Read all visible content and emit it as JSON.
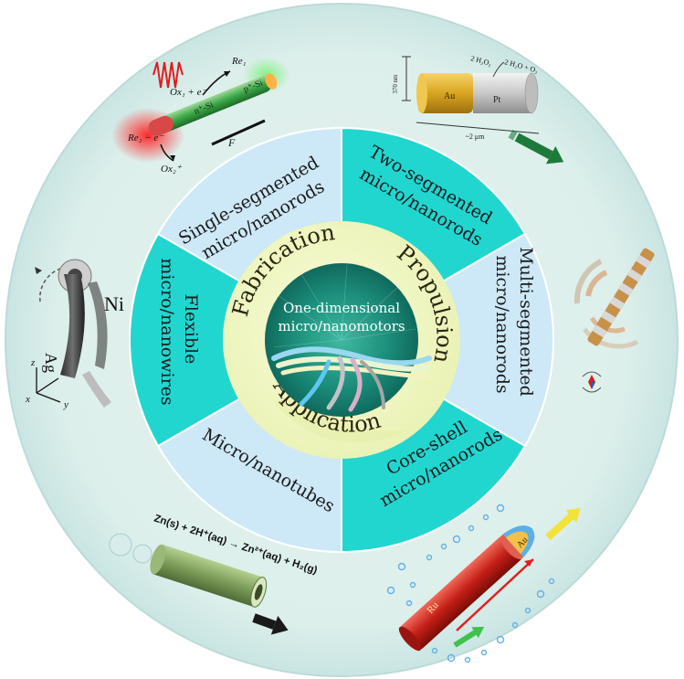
{
  "center": {
    "line1": "One-dimensional",
    "line2": "micro/nanomotors"
  },
  "ring_labels": {
    "fabrication": "Fabrication",
    "propulsion": "Propulsion",
    "application": "Application"
  },
  "segments": [
    {
      "id": "single",
      "line1": "Single-segmented",
      "line2": "micro/nanorods",
      "color": "#cde8f6"
    },
    {
      "id": "two",
      "line1": "Two-segmented",
      "line2": "micro/nanorods",
      "color": "#22d6d0"
    },
    {
      "id": "multi",
      "line1": "Multi-segmented",
      "line2": "micro/nanorods",
      "color": "#cde8f6"
    },
    {
      "id": "coreshell",
      "line1": "Core-shell",
      "line2": "micro/nanorods",
      "color": "#22d6d0"
    },
    {
      "id": "tubes",
      "line1": "Micro/nanotubes",
      "line2": "",
      "color": "#cde8f6"
    },
    {
      "id": "flexible",
      "line1": "Flexible",
      "line2": "micro/nanowires",
      "color": "#22d6d0"
    }
  ],
  "illustrations": {
    "single": {
      "ox1": "Ox₁ + e⁻",
      "re1": "Re₁",
      "re2": "Re₂ − e⁻",
      "ox2": "Ox₂⁺",
      "nsi": "n⁺-Si",
      "psi": "p⁺-Si",
      "force": "F"
    },
    "two": {
      "au": "Au",
      "pt": "Pt",
      "dim1": "370 nm",
      "dim2": "~2 μm",
      "reaction_left": "2 H₂O₂",
      "reaction_right": "2 H₂O + O₂"
    },
    "flexible": {
      "ni": "Ni",
      "ag": "Ag",
      "x": "x",
      "y": "y",
      "z": "z"
    },
    "tubes": {
      "equation": "Zn(s) + 2H⁺(aq) → Zn²⁺(aq) + H₂(g)"
    },
    "coreshell": {
      "au": "Au",
      "ru": "Ru"
    }
  },
  "colors": {
    "outer_disk": "#dff0ee",
    "ring": "#f3f7c6",
    "center_disk": "#1a8a78",
    "arrow_green": "#1e7a3a",
    "arrow_black": "#1a1a1a"
  }
}
